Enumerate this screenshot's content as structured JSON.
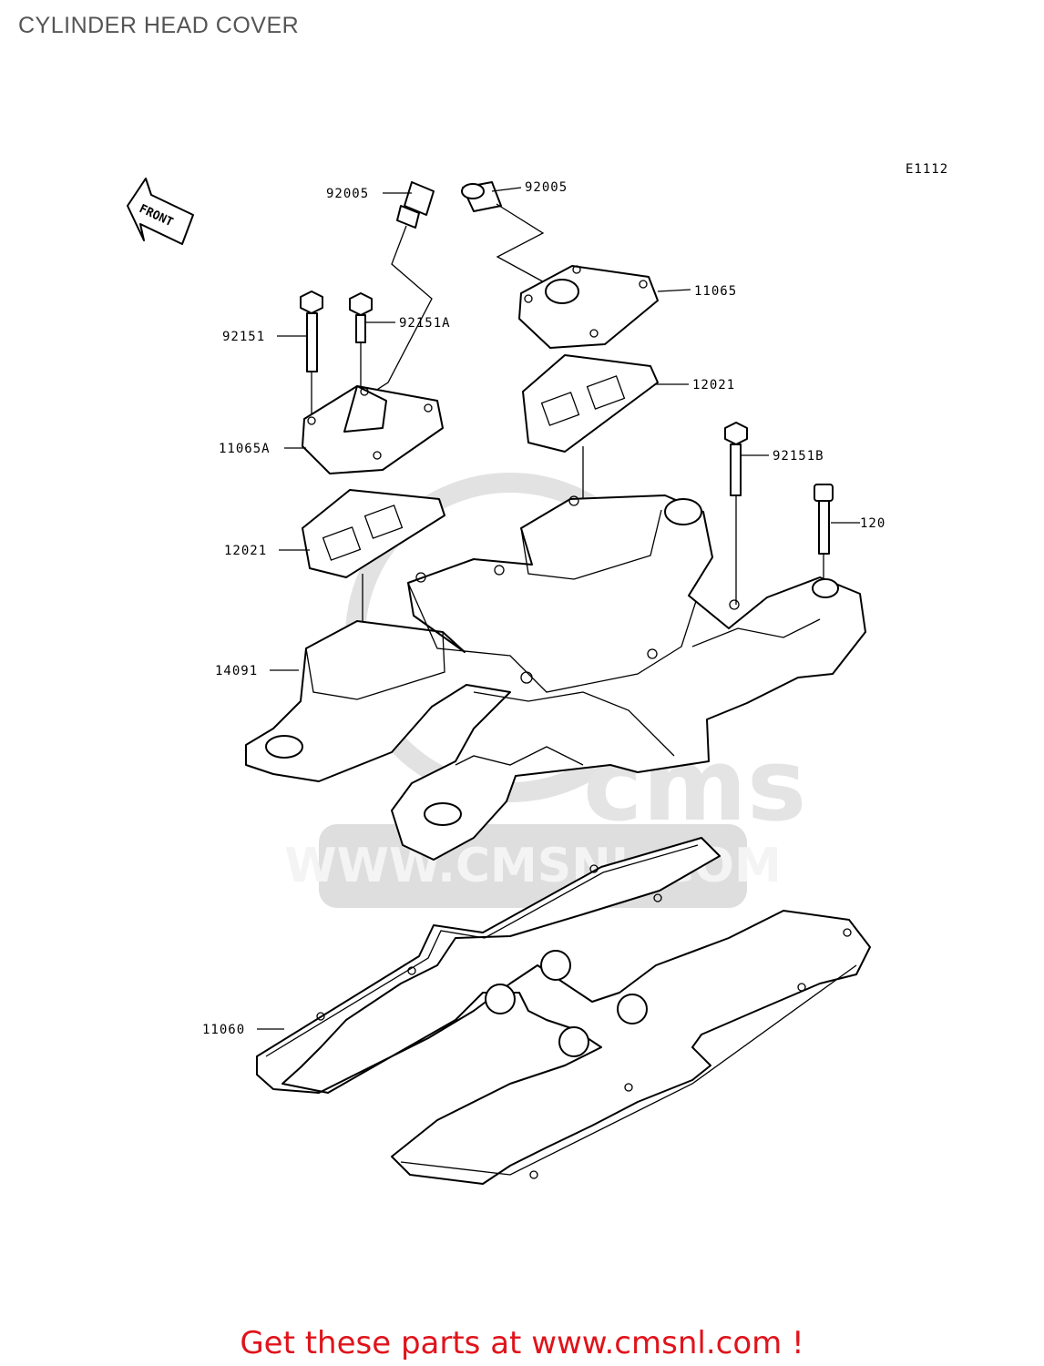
{
  "title": "CYLINDER HEAD COVER",
  "diagram_code": "E1112",
  "front_label": "FRONT",
  "watermark": "WWW.CMSNL.COM",
  "parts": {
    "p92005_a": "92005",
    "p92005_b": "92005",
    "p11065": "11065",
    "p92151": "92151",
    "p92151a": "92151A",
    "p12021_a": "12021",
    "p11065a": "11065A",
    "p92151b": "92151B",
    "p120": "120",
    "p12021_b": "12021",
    "p14091": "14091",
    "p11060": "11060"
  },
  "footer": {
    "prefix": "Get these parts at ",
    "link": "www.cmsnl.com",
    "suffix": " !"
  }
}
